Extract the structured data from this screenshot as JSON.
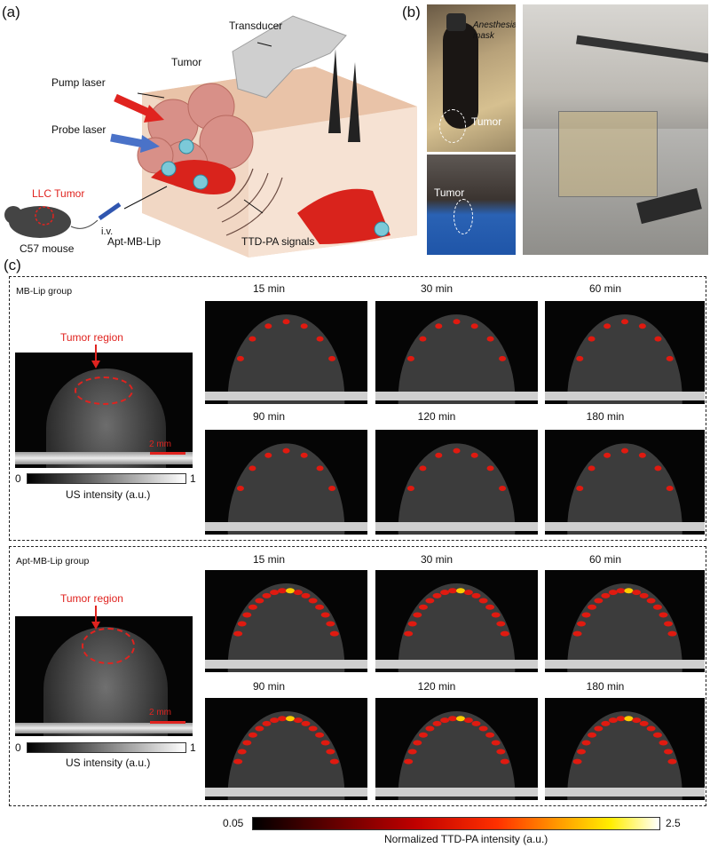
{
  "panels": {
    "a": "(a)",
    "b": "(b)",
    "c": "(c)"
  },
  "schematic": {
    "transducer": "Transducer",
    "tumor": "Tumor",
    "pump_laser": "Pump laser",
    "probe_laser": "Probe laser",
    "llc_tumor": "LLC Tumor",
    "iv": "i.v.",
    "c57_mouse": "C57 mouse",
    "apt_mb_lip": "Apt-MB-Lip",
    "ttd_pa_signals": "TTD-PA signals"
  },
  "photos": {
    "anesthesia_mask": "Anesthesia mask",
    "tumor_top": "Tumor",
    "tumor_bottom": "Tumor"
  },
  "groups": [
    {
      "title": "MB-Lip group",
      "tumor_region": "Tumor region",
      "scale_bar": "2 mm",
      "us_min": "0",
      "us_max": "1",
      "us_label": "US intensity (a.u.)",
      "times": [
        "15 min",
        "30 min",
        "60 min",
        "90 min",
        "120 min",
        "180 min"
      ]
    },
    {
      "title": "Apt-MB-Lip group",
      "tumor_region": "Tumor region",
      "scale_bar": "2 mm",
      "us_min": "0",
      "us_max": "1",
      "us_label": "US intensity (a.u.)",
      "times": [
        "15 min",
        "30 min",
        "60 min",
        "90 min",
        "120 min",
        "180 min"
      ]
    }
  ],
  "colorbar": {
    "min": "0.05",
    "max": "2.5",
    "label": "Normalized TTD-PA intensity (a.u.)"
  }
}
